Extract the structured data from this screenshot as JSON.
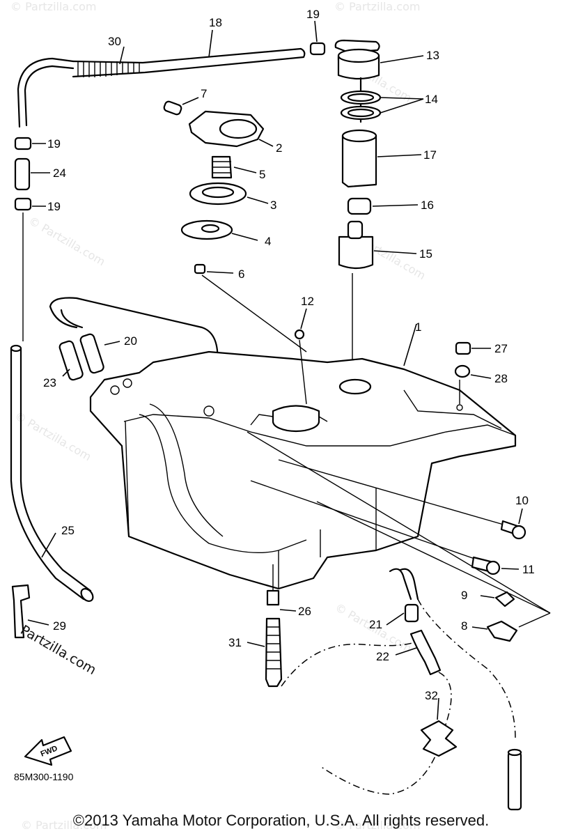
{
  "watermark": "© Partzilla.com",
  "logo_text": "Partzilla.com",
  "diagram_code": "85M300-1190",
  "fwd_label": "FWD",
  "copyright": "©2013 Yamaha Motor Corporation, U.S.A. All rights reserved.",
  "callouts": [
    "1",
    "2",
    "3",
    "4",
    "5",
    "6",
    "7",
    "8",
    "9",
    "10",
    "11",
    "12",
    "13",
    "14",
    "15",
    "16",
    "17",
    "18",
    "19",
    "20",
    "21",
    "22",
    "23",
    "24",
    "25",
    "26",
    "27",
    "28",
    "29",
    "30",
    "31",
    "32"
  ],
  "callout_19": "19",
  "callout_14": "14"
}
